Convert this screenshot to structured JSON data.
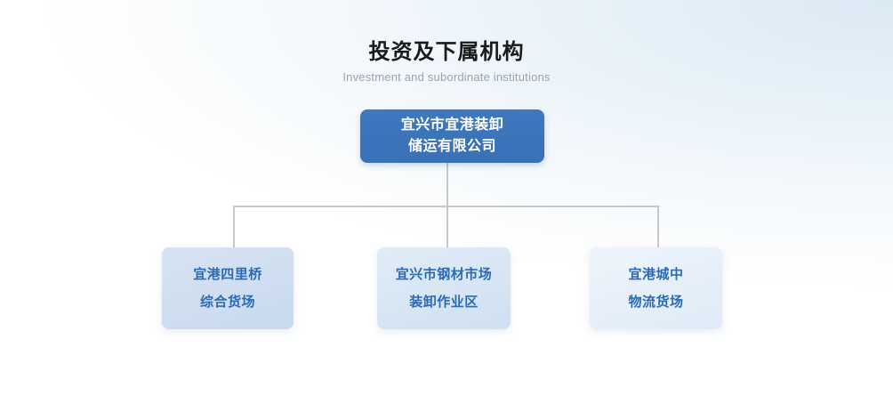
{
  "header": {
    "title_cn": "投资及下属机构",
    "title_en": "Investment and subordinate institutions"
  },
  "chart": {
    "type": "org-chart",
    "root": {
      "line1": "宜兴市宜港装卸",
      "line2": "储运有限公司"
    },
    "children": [
      {
        "line1": "宜港四里桥",
        "line2": "综合货场"
      },
      {
        "line1": "宜兴市钢材市场",
        "line2": "装卸作业区"
      },
      {
        "line1": "宜港城中",
        "line2": "物流货场"
      }
    ]
  },
  "colors": {
    "root_fill": "#3f78bd",
    "root_text": "#ffffff",
    "child_text": "#2b6ab4",
    "child_fill_1": "#cfdef0",
    "child_fill_2": "#d7e5f4",
    "child_fill_3": "#e6eff9",
    "connector": "#c6c8ca",
    "title_cn": "#1a1a1a",
    "title_en": "#9aa3ab",
    "background": "#eef5fb"
  }
}
